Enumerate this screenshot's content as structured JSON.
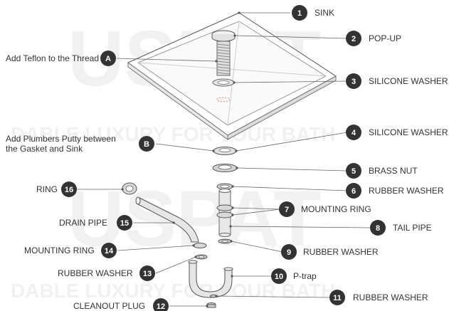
{
  "colors": {
    "badge": "#333333",
    "leader": "#666666",
    "text": "#333333",
    "part_outline": "#777777",
    "watermark": "#f1f1f1"
  },
  "watermark": {
    "line1": "USPAT",
    "line2": "DABLE LUXURY FOR YOUR BATH"
  },
  "parts": [
    {
      "num": "1",
      "label": "SINK"
    },
    {
      "num": "2",
      "label": "POP-UP"
    },
    {
      "num": "3",
      "label": "SILICONE WASHER"
    },
    {
      "num": "4",
      "label": "SILICONE WASHER"
    },
    {
      "num": "5",
      "label": "BRASS NUT"
    },
    {
      "num": "6",
      "label": "RUBBER WASHER"
    },
    {
      "num": "7",
      "label": "MOUNTING RING"
    },
    {
      "num": "8",
      "label": "TAIL PIPE"
    },
    {
      "num": "9",
      "label": "RUBBER WASHER"
    },
    {
      "num": "10",
      "label": "P-trap"
    },
    {
      "num": "11",
      "label": "RUBBER WASHER"
    },
    {
      "num": "12",
      "label": "CLEANOUT PLUG"
    },
    {
      "num": "13",
      "label": "RUBBER WASHER"
    },
    {
      "num": "14",
      "label": "MOUNTING RING"
    },
    {
      "num": "15",
      "label": "DRAIN PIPE"
    },
    {
      "num": "16",
      "label": "RING"
    }
  ],
  "notes": [
    {
      "letter": "A",
      "lines": [
        "Add Teflon to the Thread"
      ]
    },
    {
      "letter": "B",
      "lines": [
        "Add Plumbers Putty between",
        "the Gasket and Sink"
      ]
    }
  ]
}
